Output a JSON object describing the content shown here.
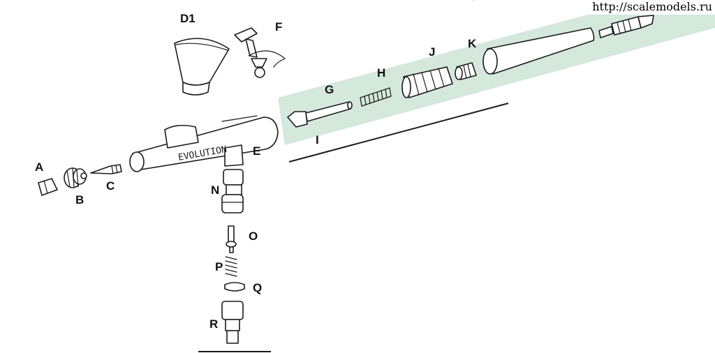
{
  "watermark": "http://scalemodels.ru",
  "brand_text": "EVOLUTION",
  "colors": {
    "highlight": "#cfe6d7",
    "highlight_band": "#a9cfe0",
    "line": "#1a1a1a"
  },
  "labels": {
    "A": "A",
    "B": "B",
    "C": "C",
    "D1": "D1",
    "E": "E",
    "F": "F",
    "G": "G",
    "H": "H",
    "I": "I",
    "J": "J",
    "K": "K",
    "N": "N",
    "O": "O",
    "P": "P",
    "Q": "Q",
    "R": "R"
  }
}
